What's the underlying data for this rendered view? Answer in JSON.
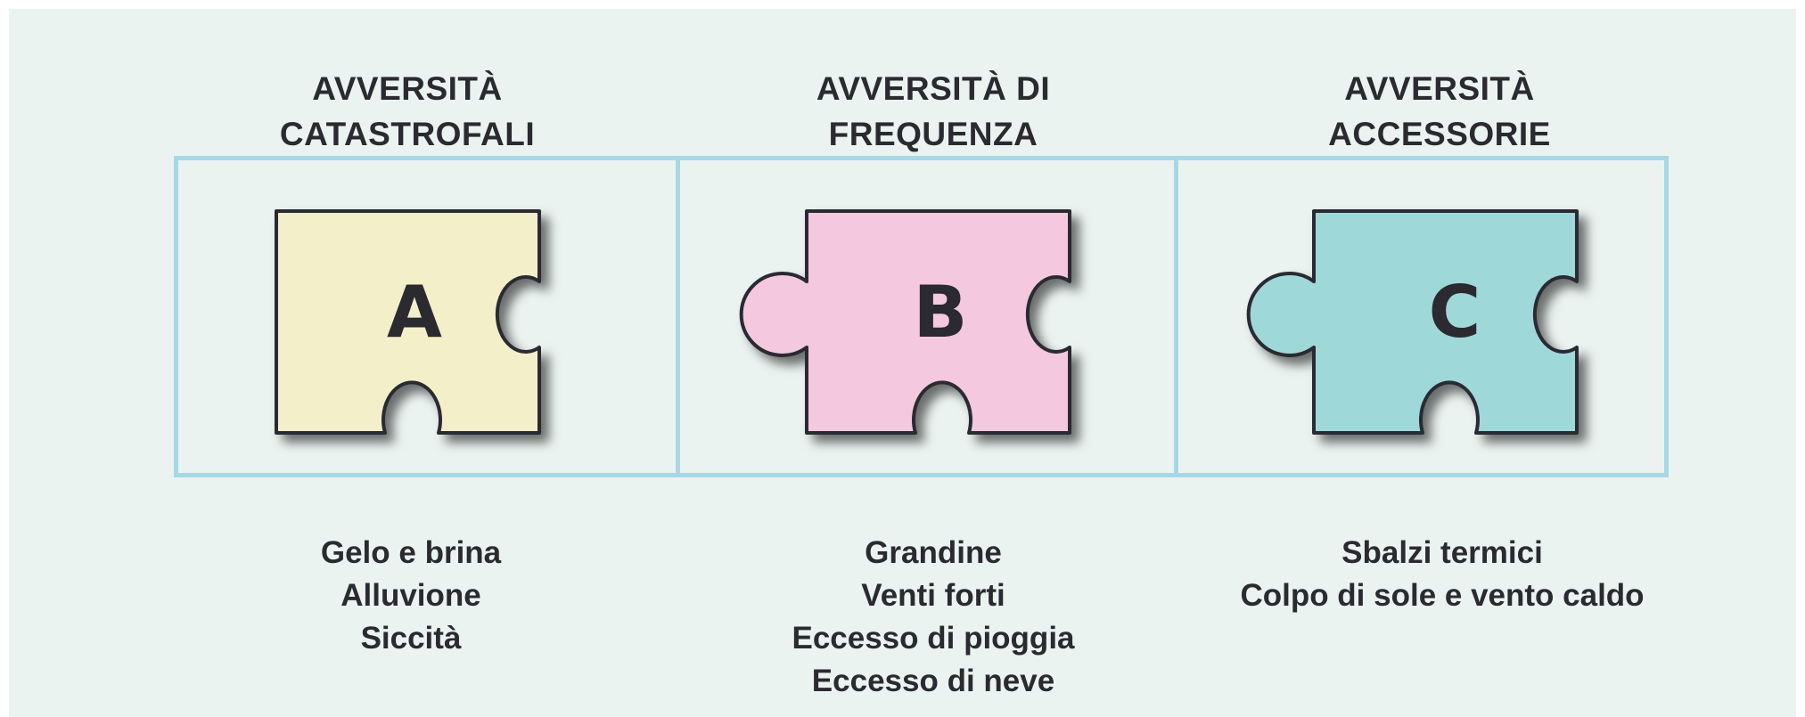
{
  "colors": {
    "background": "#ebf3f1",
    "frame": "#a6d8e6",
    "piece_a": "#f3efc9",
    "piece_b": "#f4c8de",
    "piece_c": "#9fd8d9",
    "outline": "#2a2a30"
  },
  "columns": [
    {
      "heading": [
        "AVVERSITÀ",
        "CATASTROFALI"
      ],
      "piece_letter": "A",
      "items": [
        "Gelo e brina",
        "Alluvione",
        "Siccità"
      ]
    },
    {
      "heading": [
        "AVVERSITÀ DI",
        "FREQUENZA"
      ],
      "piece_letter": "B",
      "items": [
        "Grandine",
        "Venti forti",
        "Eccesso di pioggia",
        "Eccesso di neve"
      ]
    },
    {
      "heading": [
        "AVVERSITÀ",
        "ACCESSORIE"
      ],
      "piece_letter": "C",
      "items": [
        "Sbalzi termici",
        "Colpo di sole e vento caldo"
      ]
    }
  ]
}
